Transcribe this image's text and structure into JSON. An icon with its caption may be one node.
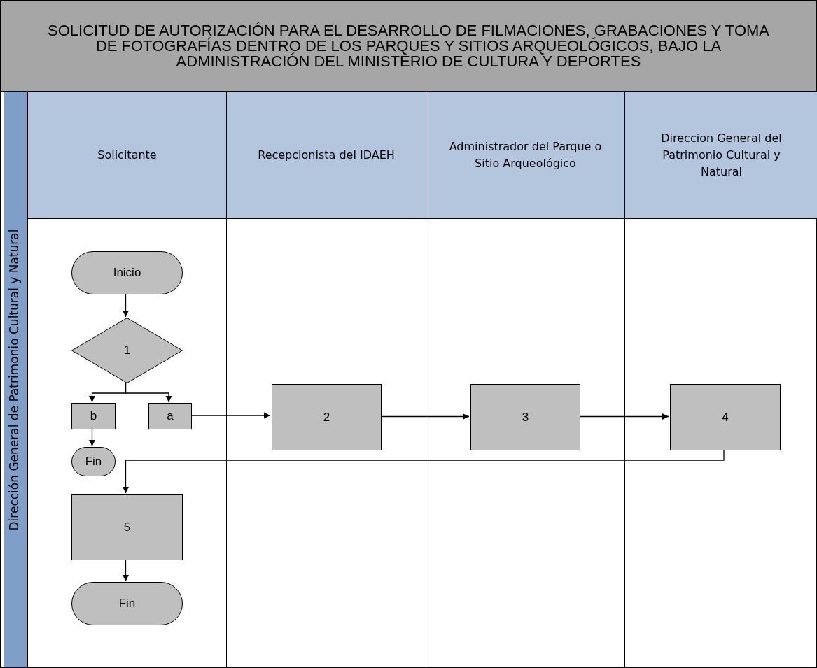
{
  "diagram": {
    "title": "SOLICITUD DE AUTORIZACIÓN PARA EL DESARROLLO DE FILMACIONES, GRABACIONES Y TOMA DE FOTOGRAFÍAS DENTRO DE LOS PARQUES Y SITIOS ARQUEOLÓGICOS, BAJO LA ADMINISTRACIÓN DEL MINISTERIO DE CULTURA Y DEPORTES",
    "nodes": [
      {
        "text": [
          "Dirección General de Patrimonio Cultural y Natural"
        ]
      },
      {
        "text": [
          "Solicitante"
        ],
        "in": 0
      },
      {
        "text": [
          "Recepcionista del IDAEH"
        ],
        "in": 0
      },
      {
        "text": [
          "Administrador del Parque o Sitio Arqueológico"
        ],
        "in": 0
      },
      {
        "text": [
          "Direccion General del Patrimonio Cultural y Natural"
        ],
        "in": 0
      },
      {
        "text": [
          "Inicio"
        ],
        "in": 1
      },
      {
        "text": [
          "1"
        ],
        "in": 1
      },
      {
        "text": [
          "b"
        ],
        "in": 1
      },
      {
        "text": [
          "a"
        ],
        "in": 1
      },
      {
        "text": [
          "Fin"
        ],
        "in": 1
      },
      {
        "text": [
          "2"
        ],
        "in": 2
      },
      {
        "text": [
          "3"
        ],
        "in": 3
      },
      {
        "text": [
          "4"
        ],
        "in": 4
      },
      {
        "text": [
          "5"
        ],
        "in": 1
      },
      {
        "text": [
          "Fin"
        ],
        "in": 1
      }
    ],
    "edges": [
      {
        "from": 5,
        "to": 6,
        "arrow": "to"
      },
      {
        "from": 6,
        "to": 7,
        "arrow": "to"
      },
      {
        "from": 6,
        "to": 8,
        "arrow": "to"
      },
      {
        "from": 7,
        "to": 9,
        "arrow": "to"
      },
      {
        "from": 8,
        "to": 10,
        "arrow": "to"
      },
      {
        "from": 10,
        "to": 11,
        "arrow": "to"
      },
      {
        "from": 11,
        "to": 12,
        "arrow": "to"
      },
      {
        "from": 12,
        "to": 13,
        "arrow": "to"
      },
      {
        "from": 13,
        "to": 14,
        "arrow": "to"
      }
    ]
  }
}
